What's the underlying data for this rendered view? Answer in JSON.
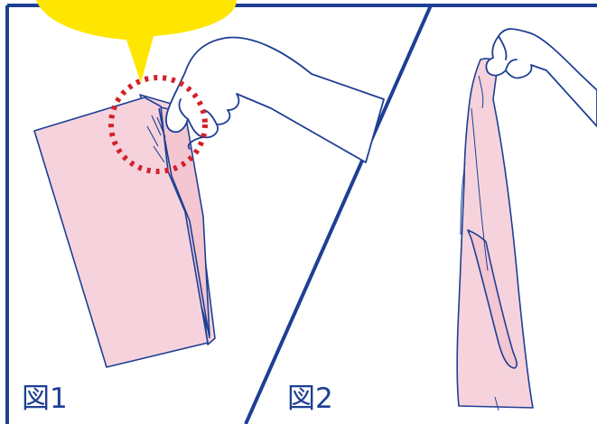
{
  "figures": [
    {
      "label": "図1"
    },
    {
      "label": "図2"
    }
  ],
  "colors": {
    "frame": "#1e3f93",
    "line": "#1e3f93",
    "cloth": "#f6d3dc",
    "callout": "#ffe600",
    "highlight": "#d4202a",
    "background": "#ffffff"
  },
  "icons": [
    "callout-bubble",
    "dotted-highlight-circle",
    "hand-illustration",
    "folded-garment-illustration",
    "hanging-garment-illustration"
  ]
}
